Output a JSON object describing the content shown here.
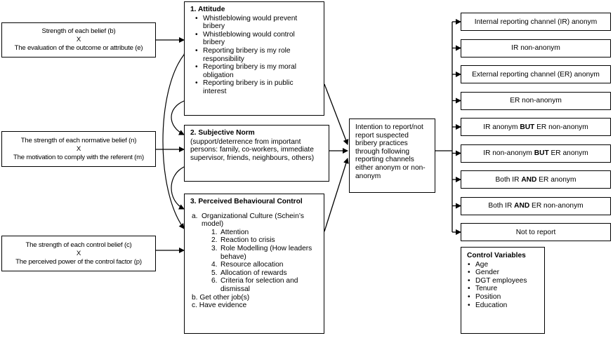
{
  "beliefs": [
    {
      "line1": "Strength of each belief (b)",
      "mult": "X",
      "line2": "The evaluation of the outcome or attribute  (e)"
    },
    {
      "line1": "The strength of each normative belief (n)",
      "mult": "X",
      "line2": "The motivation to comply with the referent (m)"
    },
    {
      "line1": "The strength of each control belief (c)",
      "mult": "X",
      "line2": "The perceived power of the control factor (p)"
    }
  ],
  "attitude": {
    "title": "1.  Attitude",
    "items": [
      "Whistleblowing would prevent bribery",
      "Whistleblowing would control bribery",
      "Reporting bribery is my role responsibility",
      "Reporting bribery is my moral obligation",
      "Reporting bribery is in public interest"
    ]
  },
  "norm": {
    "title": "2.  Subjective Norm",
    "text": "(support/deterrence from important persons: family, co-workers, immediate supervisor, friends, neighbours, others)"
  },
  "pbc": {
    "title": "3. Perceived Behavioural Control",
    "a_label": "a.",
    "a_text": "Organizational Culture (Schein’s model)",
    "culture_items": [
      {
        "n": "1.",
        "t": "Attention"
      },
      {
        "n": "2.",
        "t": "Reaction to crisis"
      },
      {
        "n": "3.",
        "t": "Role Modelling (How leaders behave)"
      },
      {
        "n": "4.",
        "t": "Resource allocation"
      },
      {
        "n": "5.",
        "t": "Allocation of rewards"
      },
      {
        "n": "6.",
        "t": "Criteria for selection and dismissal"
      }
    ],
    "b_text": "b. Get other job(s)",
    "c_text": "c. Have evidence"
  },
  "intention": {
    "text": "Intention to report/not report suspected bribery practices through following reporting channels either anonym or non-anonym"
  },
  "outcomes": [
    {
      "pre": "Internal reporting channel (IR) anonym",
      "bold": "",
      "post": ""
    },
    {
      "pre": "IR non-anonym",
      "bold": "",
      "post": ""
    },
    {
      "pre": "External reporting channel (ER) anonym",
      "bold": "",
      "post": ""
    },
    {
      "pre": "ER non-anonym",
      "bold": "",
      "post": ""
    },
    {
      "pre": "IR anonym ",
      "bold": "BUT",
      "post": " ER non-anonym"
    },
    {
      "pre": "IR non-anonym ",
      "bold": "BUT",
      "post": " ER anonym"
    },
    {
      "pre": "Both IR ",
      "bold": "AND",
      "post": " ER anonym"
    },
    {
      "pre": "Both IR ",
      "bold": "AND",
      "post": " ER non-anonym"
    },
    {
      "pre": "Not to report",
      "bold": "",
      "post": ""
    }
  ],
  "controls": {
    "title": "Control Variables",
    "items": [
      "Age",
      "Gender",
      "DGT employees",
      "Tenure",
      "Position",
      "Education"
    ]
  }
}
